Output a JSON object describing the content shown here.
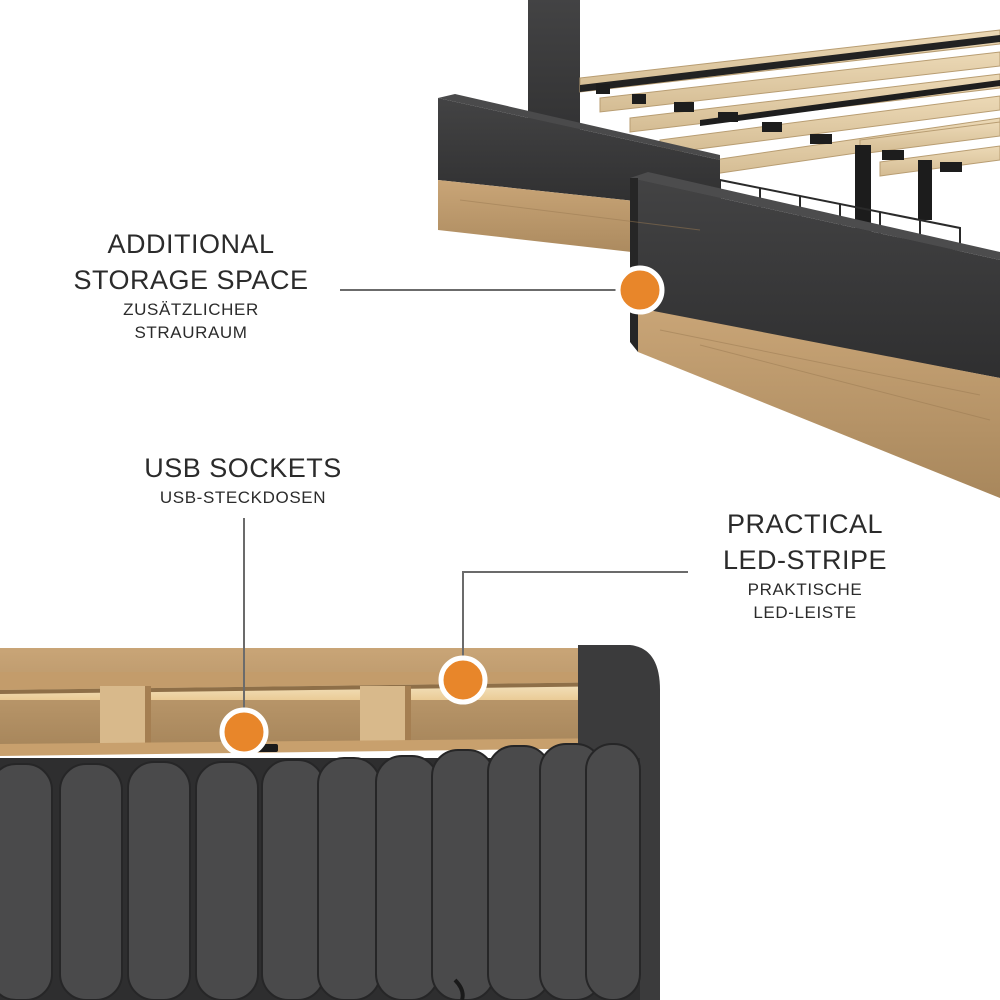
{
  "callouts": {
    "storage": {
      "title_lines": [
        "ADDITIONAL",
        "STORAGE SPACE"
      ],
      "subtitle_lines": [
        "ZUSÄTZLICHER",
        "STRAURAUM"
      ]
    },
    "usb": {
      "title_lines": [
        "USB SOCKETS"
      ],
      "subtitle_lines": [
        "USB-STECKDOSEN"
      ]
    },
    "led": {
      "title_lines": [
        "PRACTICAL",
        "LED-STRIPE"
      ],
      "subtitle_lines": [
        "PRAKTISCHE",
        "LED-LEISTE"
      ]
    }
  },
  "colors": {
    "accent_dot": "#e8862a",
    "fabric": "#3a3a3b",
    "wood": "#b8956a",
    "leader_line": "#6b6b6b"
  },
  "icons": [
    "bed-frame-illustration",
    "headboard-illustration"
  ]
}
